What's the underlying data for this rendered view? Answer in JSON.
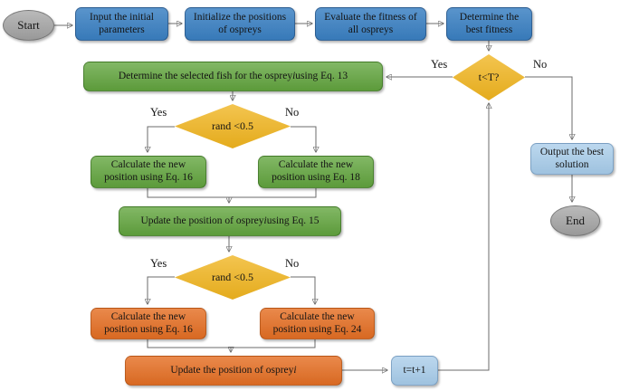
{
  "flowchart": {
    "palette": {
      "process-blue": "#3a80c2",
      "process-green": "#63a63f",
      "process-orange": "#e56f24",
      "decision-gold": "#f0b41e",
      "io-lightblue": "#a5cae8",
      "terminal-gray": "#a6a6a6",
      "connector-gray": "#6b6b6b"
    },
    "nodes": {
      "start": "Start",
      "input_parameters": "Input the initial parameters",
      "initialize_positions": "Initialize the positions of ospreys",
      "evaluate_fitness": "Evaluate the fitness of all ospreys",
      "determine_best_fitness": "Determine the best fitness",
      "iteration_check": "t<T?",
      "select_fish": "Determine the selected fish for the osprey i using Eq. 13",
      "rand_check_1": "rand <0.5",
      "calc_eq16_phase1": "Calculate the new position using Eq. 16",
      "calc_eq18": "Calculate the new position using Eq. 18",
      "update_eq15": "Update the position of osprey i using Eq. 15",
      "rand_check_2": "rand <0.5",
      "calc_eq16_phase2": "Calculate the new position using Eq. 16",
      "calc_eq24": "Calculate the new position using Eq. 24",
      "update_position": "Update the position of osprey i",
      "increment": "t=t+1",
      "output_solution": "Output the best solution",
      "end": "End"
    },
    "branches": {
      "iteration": {
        "yes": "Yes",
        "no": "No"
      },
      "rand1": {
        "yes": "Yes",
        "no": "No"
      },
      "rand2": {
        "yes": "Yes",
        "no": "No"
      }
    }
  }
}
